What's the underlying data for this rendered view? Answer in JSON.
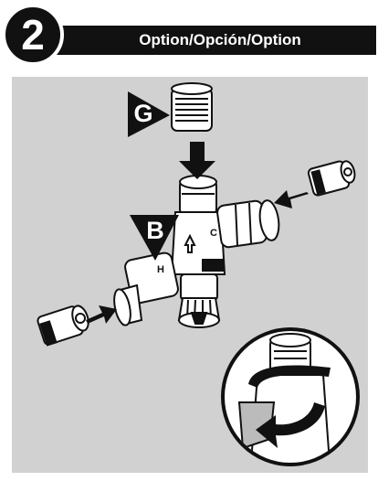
{
  "header": {
    "step_number": "2",
    "title": "Option/Opción/Option"
  },
  "callouts": {
    "g_label": "G",
    "b_label": "B"
  },
  "valve_marks": {
    "c_mark": "C",
    "h_mark": "H"
  },
  "colors": {
    "header_bg": "#111111",
    "panel_bg": "#d1d1d1",
    "part_fill": "#ffffff",
    "outline": "#111111"
  },
  "icons": [
    "arrow-down-icon",
    "arrow-left-icon",
    "arrow-right-icon",
    "rotate-arrow-icon"
  ]
}
